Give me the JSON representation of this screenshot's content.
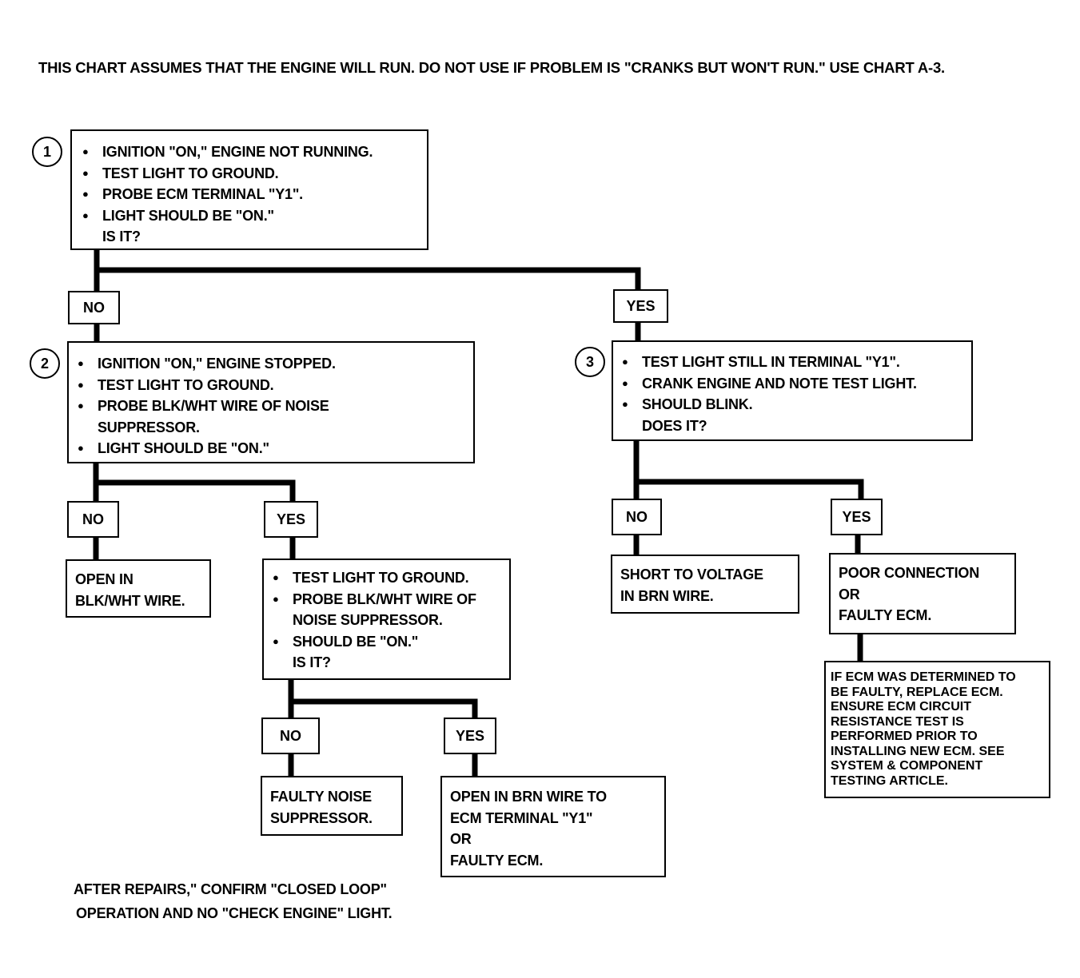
{
  "header": "THIS CHART ASSUMES THAT THE ENGINE WILL RUN.  DO NOT USE IF PROBLEM IS \"CRANKS BUT WON'T RUN.\"  USE CHART A-3.",
  "steps": {
    "s1": {
      "number": "1",
      "items": [
        "IGNITION \"ON,\" ENGINE NOT RUNNING.",
        "TEST LIGHT TO GROUND.",
        "PROBE ECM TERMINAL \"Y1\".",
        "LIGHT SHOULD BE \"ON.\""
      ],
      "question": "IS IT?"
    },
    "s2": {
      "number": "2",
      "items": [
        "IGNITION \"ON,\" ENGINE STOPPED.",
        "TEST LIGHT TO GROUND.",
        "PROBE BLK/WHT WIRE OF NOISE",
        "LIGHT SHOULD BE \"ON.\""
      ],
      "continuation": "SUPPRESSOR."
    },
    "s3": {
      "number": "3",
      "items": [
        "TEST LIGHT STILL IN TERMINAL \"Y1\".",
        "CRANK ENGINE AND NOTE TEST LIGHT.",
        "SHOULD BLINK."
      ],
      "question": "DOES IT?"
    },
    "s4": {
      "items": [
        "TEST LIGHT TO GROUND.",
        "PROBE BLK/WHT WIRE OF",
        "SHOULD BE \"ON.\""
      ],
      "continuation": "NOISE SUPPRESSOR.",
      "question": "IS IT?"
    }
  },
  "labels": {
    "no": "NO",
    "yes": "YES"
  },
  "results": {
    "open_blk": [
      "OPEN IN",
      "BLK/WHT WIRE."
    ],
    "short_brn": [
      "SHORT TO VOLTAGE",
      "IN BRN WIRE."
    ],
    "poor_conn": [
      "POOR CONNECTION",
      "OR",
      "FAULTY ECM."
    ],
    "faulty_noise": [
      "FAULTY NOISE",
      "SUPPRESSOR."
    ],
    "open_brn": [
      "OPEN IN BRN WIRE TO",
      "ECM TERMINAL \"Y1\"",
      "OR",
      "FAULTY ECM."
    ]
  },
  "ecm_note": [
    "IF ECM WAS DETERMINED TO",
    "BE FAULTY, REPLACE ECM.",
    "ENSURE ECM CIRCUIT",
    "RESISTANCE TEST IS",
    "PERFORMED PRIOR TO",
    "INSTALLING NEW ECM. SEE",
    "SYSTEM & COMPONENT",
    "TESTING ARTICLE."
  ],
  "footer": [
    "AFTER REPAIRS,\" CONFIRM \"CLOSED LOOP\"",
    "OPERATION AND NO \"CHECK ENGINE\" LIGHT."
  ]
}
